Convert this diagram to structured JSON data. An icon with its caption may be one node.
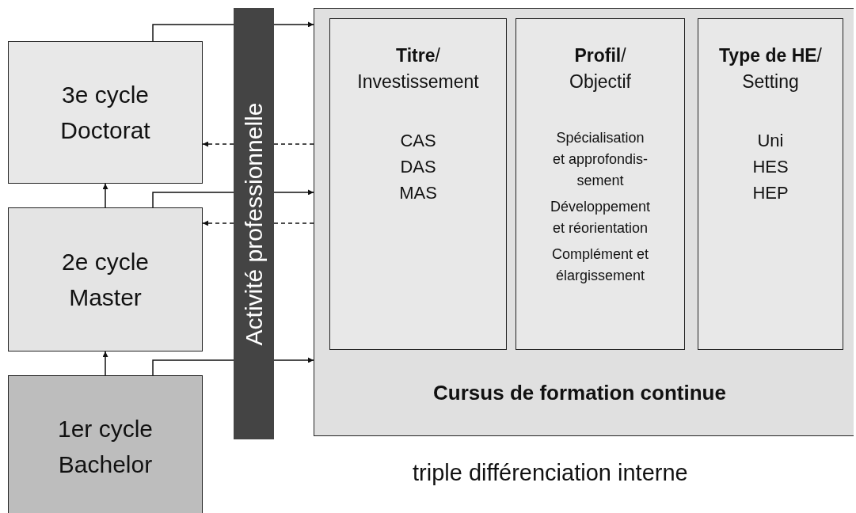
{
  "diagram": {
    "nodes": [
      {
        "text": [
          "3e cycle Doctorat"
        ]
      },
      {
        "text": [
          "2e cycle Master"
        ]
      },
      {
        "text": [
          "1er cycle Bachelor"
        ]
      },
      {
        "text": [
          "Activité professionnelle"
        ]
      },
      {
        "text": [
          "Cursus de formation continue"
        ],
        "beside": [
          "triple différenciation interne"
        ]
      },
      {
        "text": [
          "**Titre**/ Investissement",
          "CAS DAS MAS"
        ],
        "in": 4
      },
      {
        "text": [
          "**Profil**/ Objectif",
          "Spécialisation et approfondis- sement",
          "Développement et réorientation",
          "Complément et élargissement"
        ],
        "in": 4
      },
      {
        "text": [
          "**Type de HE**/ Setting",
          "Uni HES HEP"
        ],
        "in": 4
      }
    ],
    "edges": [
      {
        "from": 2,
        "to": 1,
        "arrow": "to"
      },
      {
        "from": 1,
        "to": 0,
        "arrow": "to"
      },
      {
        "from": 0,
        "to": 3,
        "arrow": "none"
      },
      {
        "from": 3,
        "to": 4,
        "arrow": "to"
      },
      {
        "from": 1,
        "to": 3,
        "arrow": "none"
      },
      {
        "from": 3,
        "to": 4,
        "arrow": "to"
      },
      {
        "from": 2,
        "to": 3,
        "arrow": "none"
      },
      {
        "from": 3,
        "to": 4,
        "arrow": "to"
      },
      {
        "from": 4,
        "to": 3,
        "arrow": "none",
        "style": "dashed"
      },
      {
        "from": 3,
        "to": 0,
        "arrow": "to",
        "style": "dashed"
      },
      {
        "from": 4,
        "to": 3,
        "arrow": "none",
        "style": "dashed"
      },
      {
        "from": 3,
        "to": 1,
        "arrow": "to",
        "style": "dashed"
      }
    ]
  }
}
